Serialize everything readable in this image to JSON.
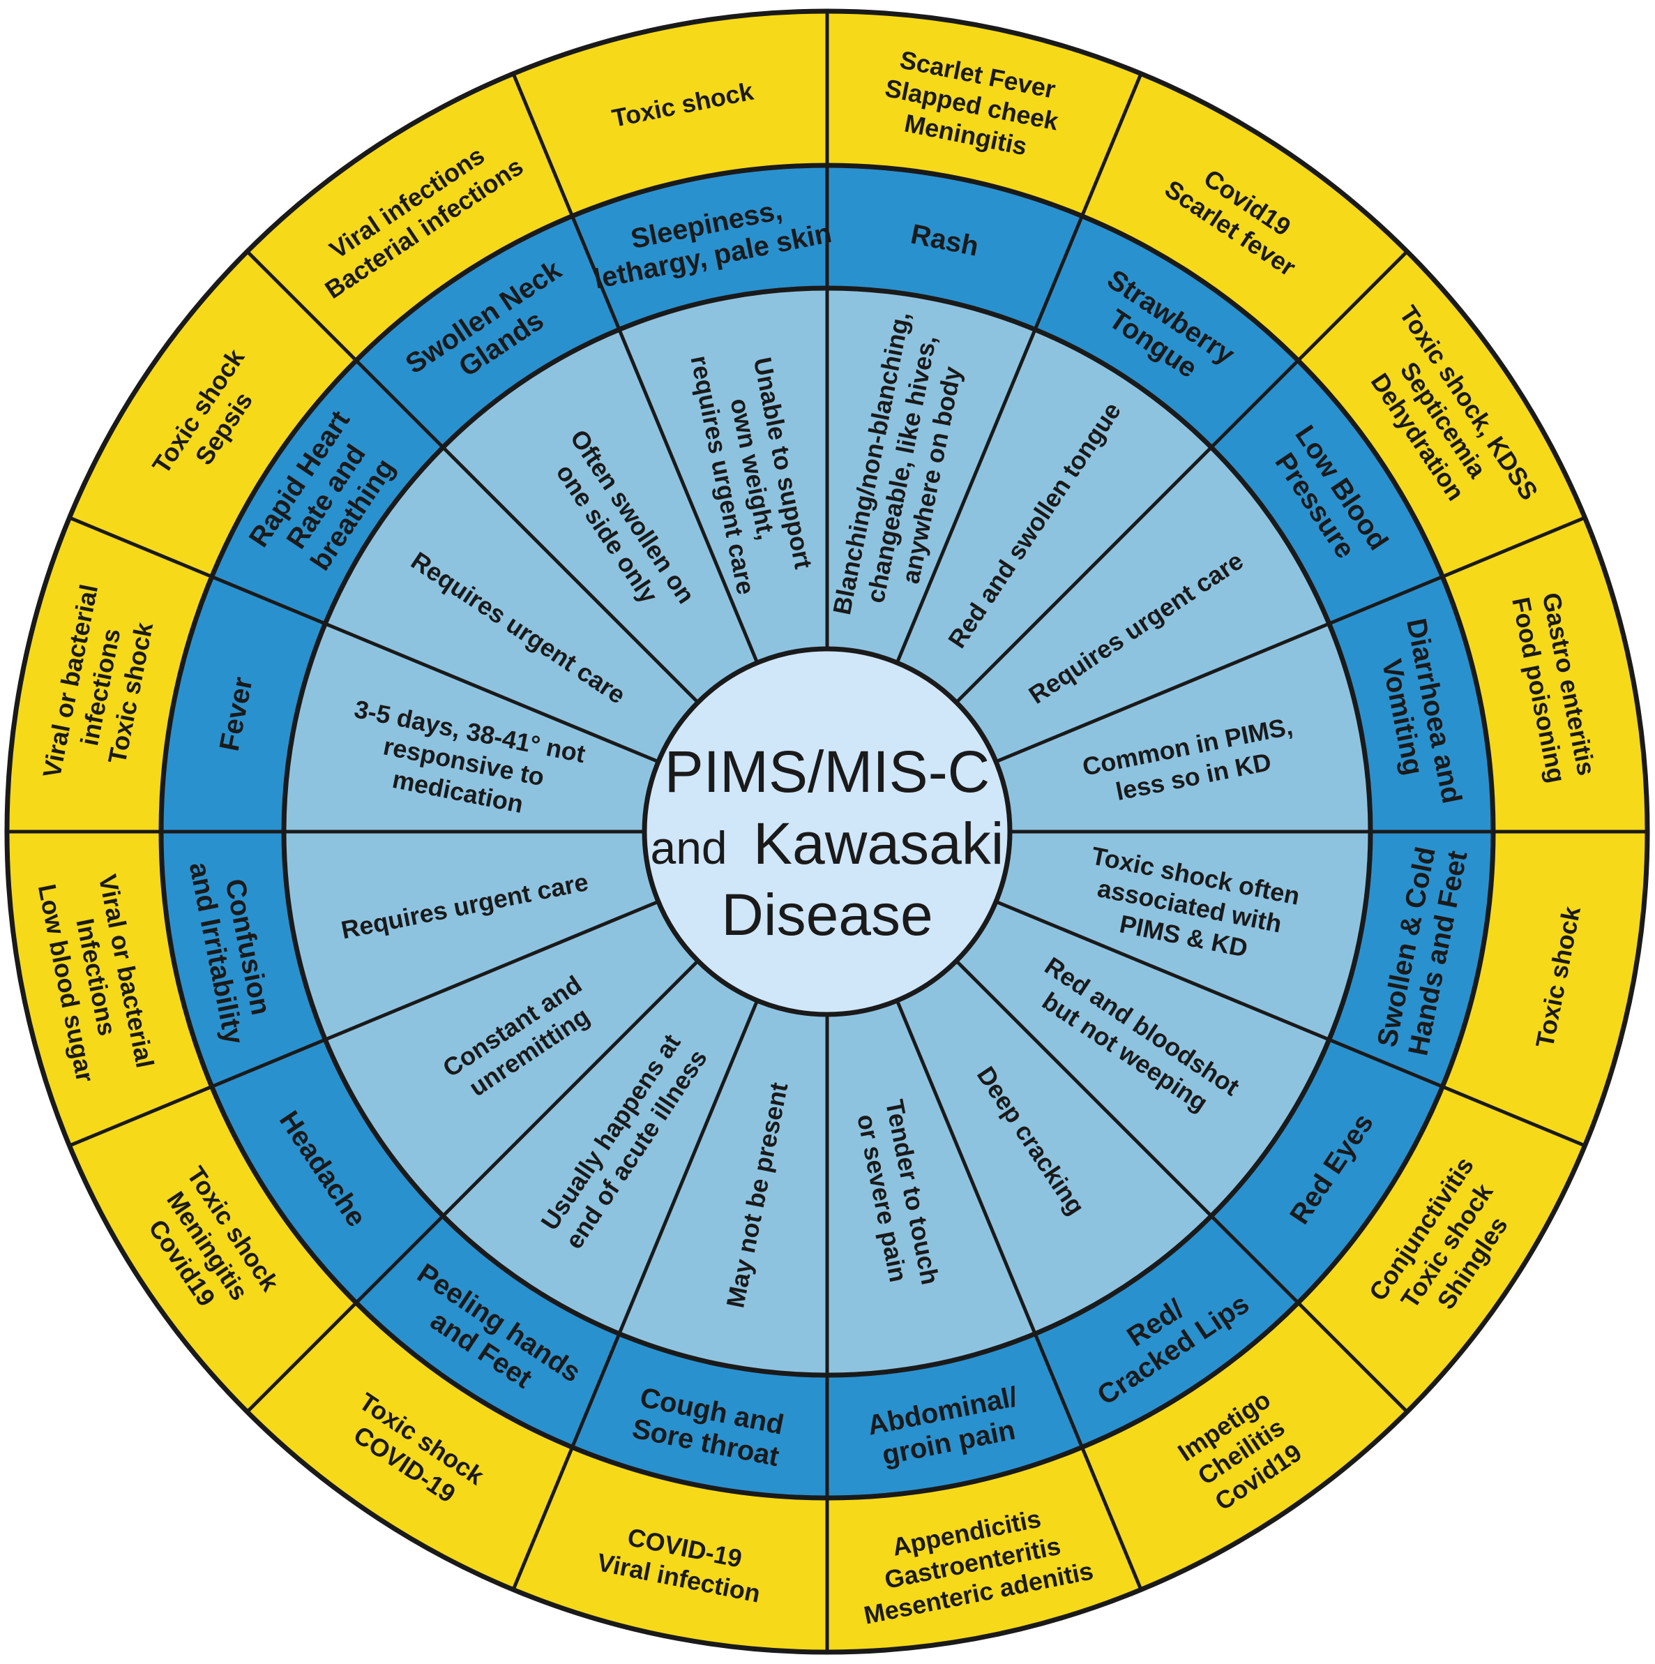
{
  "title": {
    "line1": "PIMS/MIS-C",
    "line2_small": "and",
    "line2_big": "Kawasaki",
    "line3": "Disease"
  },
  "colors": {
    "outer_ring": "#F6D919",
    "symptom_ring": "#2A91CF",
    "detail_ring": "#8EC3E0",
    "center": "#D0E6F9",
    "stroke": "#1a1a1a"
  },
  "segments": [
    {
      "symptom": [
        "Rash"
      ],
      "detail": [
        "Blanching/non-blanching,",
        "changeable, like hives,",
        "anywhere on body"
      ],
      "differentials": [
        "Scarlet Fever",
        "Slapped cheek",
        "Meningitis"
      ]
    },
    {
      "symptom": [
        "Strawberry",
        "Tongue"
      ],
      "detail": [
        "Red and swollen tongue"
      ],
      "differentials": [
        "Covid19",
        "Scarlet fever"
      ]
    },
    {
      "symptom": [
        "Low Blood",
        "Pressure"
      ],
      "detail": [
        "Requires urgent care"
      ],
      "differentials": [
        "Toxic shock, KDSS",
        "Septicemia",
        "Dehydration"
      ]
    },
    {
      "symptom": [
        "Diarrhoea and",
        "Vomiting"
      ],
      "detail": [
        "Common in PIMS,",
        "less so in KD"
      ],
      "differentials": [
        "Gastro enteritis",
        "Food poisoning"
      ]
    },
    {
      "symptom": [
        "Swollen & Cold",
        "Hands and Feet"
      ],
      "detail": [
        "Toxic shock often",
        "associated with",
        "PIMS & KD"
      ],
      "differentials": [
        "Toxic shock"
      ]
    },
    {
      "symptom": [
        "Red Eyes"
      ],
      "detail": [
        "Red and bloodshot",
        "but not weeping"
      ],
      "differentials": [
        "Conjunctivitis",
        "Toxic shock",
        "Shingles"
      ]
    },
    {
      "symptom": [
        "Red/",
        "Cracked Lips"
      ],
      "detail": [
        "Deep cracking"
      ],
      "differentials": [
        "Impetigo",
        "Cheilitis",
        "Covid19"
      ]
    },
    {
      "symptom": [
        "Abdominal/",
        "groin pain"
      ],
      "detail": [
        "Tender to touch",
        "or severe pain"
      ],
      "differentials": [
        "Appendicitis",
        "Gastroenteritis",
        "Mesenteric adenitis"
      ]
    },
    {
      "symptom": [
        "Cough and",
        "Sore throat"
      ],
      "detail": [
        "May not be present"
      ],
      "differentials": [
        "COVID-19",
        "Viral infection"
      ]
    },
    {
      "symptom": [
        "Peeling hands",
        "and Feet"
      ],
      "detail": [
        "Usually happens at",
        "end of acute illness"
      ],
      "differentials": [
        "Toxic shock",
        "COVID-19"
      ]
    },
    {
      "symptom": [
        "Headache"
      ],
      "detail": [
        "Constant and",
        "unremitting"
      ],
      "differentials": [
        "Toxic shock",
        "Meningitis",
        "Covid19"
      ]
    },
    {
      "symptom": [
        "Confusion",
        "and Irritability"
      ],
      "detail": [
        "Requires urgent care"
      ],
      "differentials": [
        "Viral or bacterial",
        "Infections",
        "Low blood sugar"
      ]
    },
    {
      "symptom": [
        "Fever"
      ],
      "detail": [
        "3-5 days, 38-41° not",
        "responsive to",
        "medication"
      ],
      "differentials": [
        "Viral or bacterial",
        "infections",
        "Toxic shock"
      ]
    },
    {
      "symptom": [
        "Rapid Heart",
        "Rate and",
        "breathing"
      ],
      "detail": [
        "Requires urgent care"
      ],
      "differentials": [
        "Toxic shock",
        "Sepsis"
      ]
    },
    {
      "symptom": [
        "Swollen Neck",
        "Glands"
      ],
      "detail": [
        "Often swollen on",
        "one side only"
      ],
      "differentials": [
        "Viral infections",
        "Bacterial infections"
      ]
    },
    {
      "symptom": [
        "Sleepiness,",
        "lethargy, pale skin"
      ],
      "detail": [
        "Unable to support",
        "own weight,",
        "requires urgent care"
      ],
      "differentials": [
        "Toxic shock"
      ]
    }
  ]
}
